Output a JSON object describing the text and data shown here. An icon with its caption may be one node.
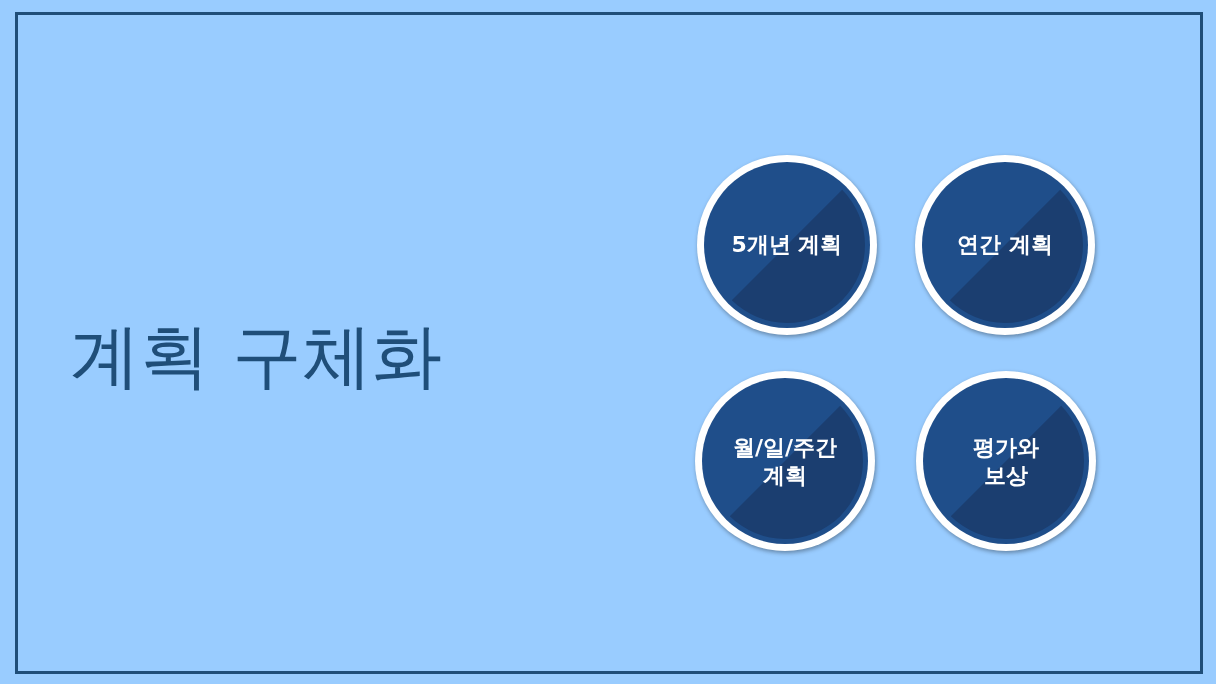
{
  "diagram": {
    "title": "계획 구체화",
    "nodes": [
      {
        "text": [
          "5개년 계획"
        ]
      },
      {
        "text": [
          "연간 계획"
        ]
      },
      {
        "text": [
          "월/일/주간 계획"
        ]
      },
      {
        "text": [
          "평가와 보상"
        ]
      }
    ]
  }
}
